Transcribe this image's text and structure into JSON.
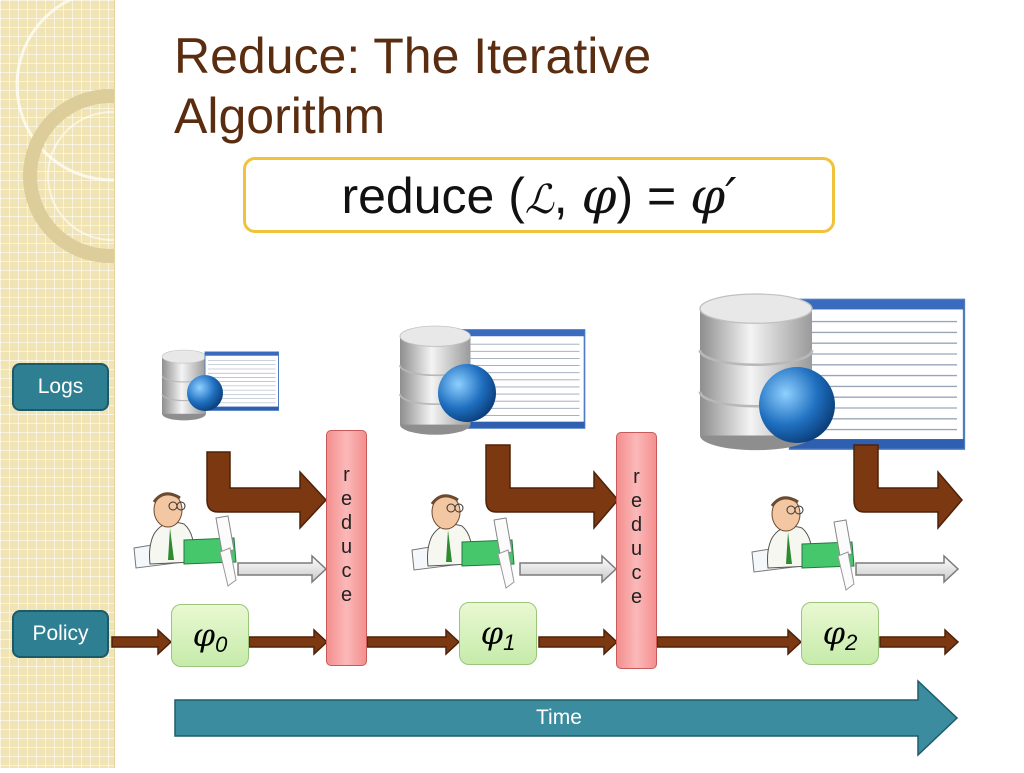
{
  "slide": {
    "title": "Reduce:  The Iterative Algorithm",
    "formula": {
      "prefix": "reduce (",
      "log_symbol": "ℒ",
      "comma": ", ",
      "phi": "φ",
      "close": ") = ",
      "result": "φ′"
    }
  },
  "sidebar": {
    "logs_label": "Logs",
    "policy_label": "Policy"
  },
  "reduce_label": [
    "r",
    "e",
    "d",
    "u",
    "c",
    "e"
  ],
  "policies": [
    {
      "symbol": "φ",
      "index": "0"
    },
    {
      "symbol": "φ",
      "index": "1"
    },
    {
      "symbol": "φ",
      "index": "2"
    }
  ],
  "timeline": {
    "label": "Time"
  },
  "icons": [
    "database-icon",
    "globe-icon",
    "log-window-icon",
    "analyst-icon",
    "policy-arrow-icon",
    "log-flow-arrow-icon"
  ],
  "colors": {
    "title": "#5b2d10",
    "sidebar": "#f1e4b4",
    "button": "#2e7f91",
    "reduce_box": "#f7a3a3",
    "phi_box": "#d4f0bd",
    "arrow_brown": "#7b3811",
    "time_arrow": "#3a8c9e",
    "formula_border": "#f1c33a"
  }
}
